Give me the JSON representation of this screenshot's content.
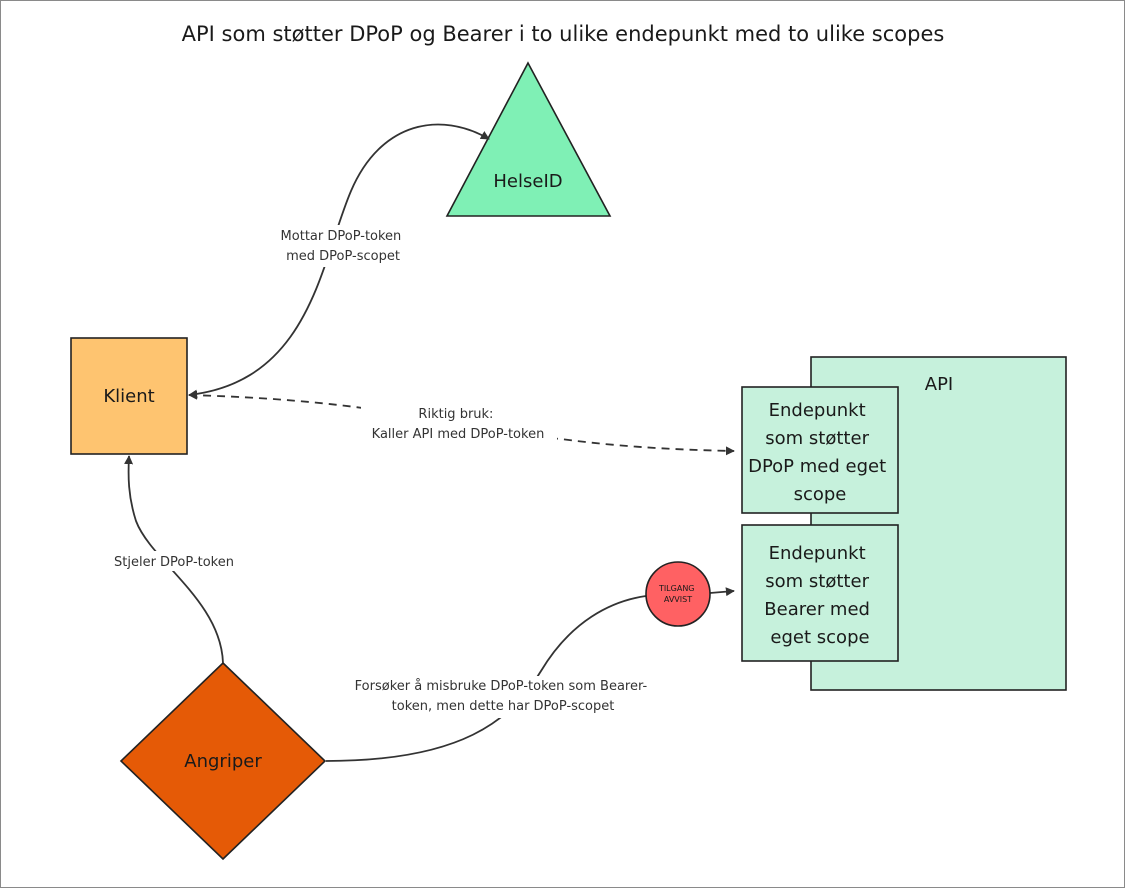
{
  "title": "API som støtter DPoP og Bearer i to ulike endepunkt med to ulike scopes",
  "colors": {
    "helseid": "#7ff0b5",
    "klient": "#fec470",
    "angriper": "#e55a06",
    "api": "#c6f1dc",
    "endpoint": "#c6f1dc",
    "badge": "#ff6163",
    "stroke": "#222222",
    "edge": "#333333"
  },
  "nodes": {
    "helseid": {
      "label": "HelseID",
      "shape": "triangle"
    },
    "klient": {
      "label": "Klient",
      "shape": "rectangle"
    },
    "angriper": {
      "label": "Angriper",
      "shape": "diamond"
    },
    "api": {
      "label": "API",
      "shape": "container"
    },
    "endpoint_dpop": {
      "lines": [
        "Endepunkt",
        "som støtter",
        "DPoP med eget",
        "scope"
      ]
    },
    "endpoint_bearer": {
      "lines": [
        "Endepunkt",
        "som støtter",
        "Bearer med",
        "eget scope"
      ]
    },
    "badge": {
      "lines": [
        "TILGANG",
        "AVVIST"
      ],
      "shape": "circle"
    }
  },
  "edges": {
    "klient_helseid": {
      "lines": [
        "Mottar DPoP-token",
        "med DPoP-scopet"
      ],
      "style": "solid"
    },
    "klient_api": {
      "lines": [
        "Riktig bruk:",
        "Kaller API med DPoP-token"
      ],
      "style": "dashed"
    },
    "angriper_klient": {
      "lines": [
        "Stjeler DPoP-token"
      ],
      "style": "solid"
    },
    "angriper_api": {
      "lines": [
        "Forsøker å misbruke DPoP-token som Bearer-",
        "token, men dette har DPoP-scopet"
      ],
      "style": "solid"
    }
  }
}
